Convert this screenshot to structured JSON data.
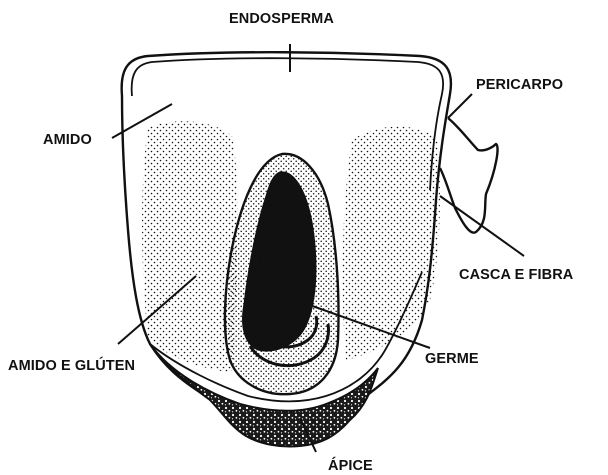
{
  "diagram": {
    "labels": {
      "endosperma": "ENDOSPERMA",
      "pericarpo": "PERICARPO",
      "amido": "AMIDO",
      "casca_e_fibra": "CASCA E FIBRA",
      "amido_e_gluten": "AMIDO E GLÚTEN",
      "germe": "GERME",
      "apice": "ÁPICE"
    },
    "colors": {
      "ink": "#111111",
      "background": "#ffffff"
    }
  }
}
